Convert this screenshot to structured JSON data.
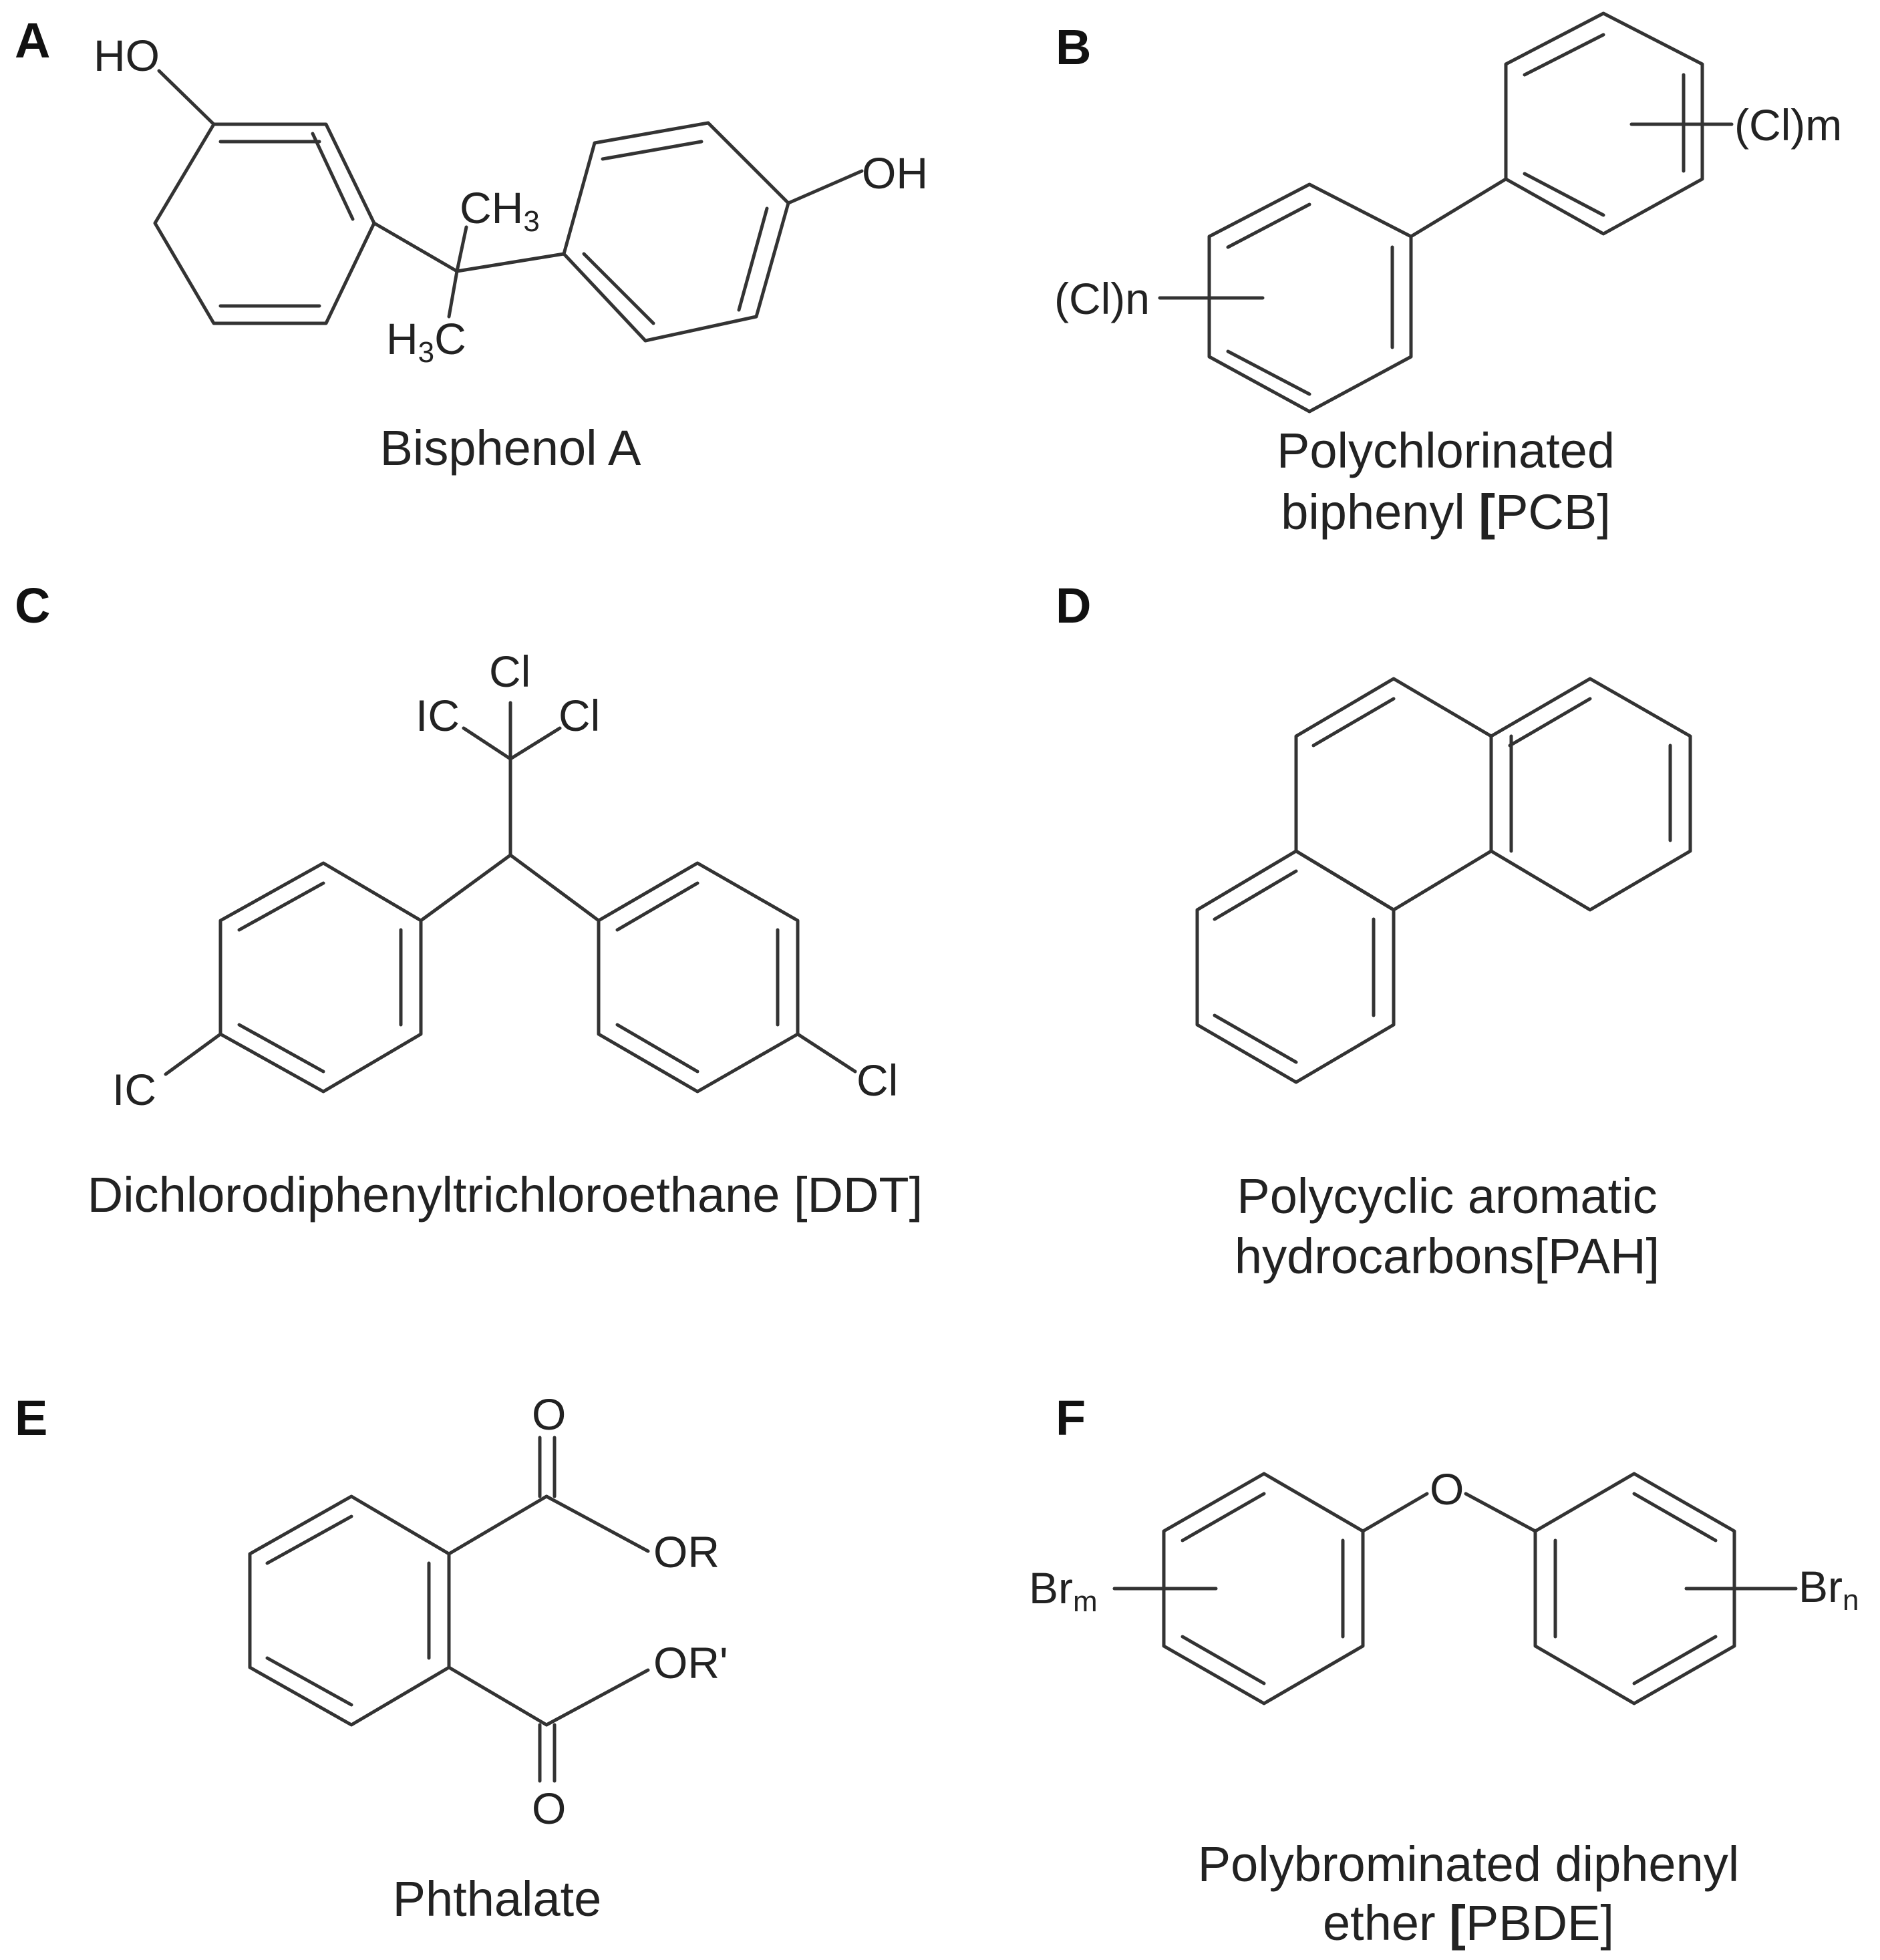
{
  "panels": {
    "a": {
      "letter": "A",
      "caption_line1": "Bisphenol A",
      "atoms": {
        "ho": "HO",
        "oh": "OH",
        "ch3_top": "CH",
        "ch3_top_sub": "3",
        "h3c_h": "H",
        "h3c_sub": "3",
        "h3c_c": "C"
      }
    },
    "b": {
      "letter": "B",
      "caption_line1": "Polychlorinated",
      "caption_line2_a": "biphenyl ",
      "caption_line2_bracket": "[",
      "caption_line2_b": "PCB]",
      "atoms": {
        "cl_m": "(Cl)m",
        "cl_n": "(Cl)n"
      }
    },
    "c": {
      "letter": "C",
      "caption_line1": "Dichlorodiphenyltrichloroethane [DDT]",
      "atoms": {
        "cl_top": "Cl",
        "ic_top": "IC",
        "cl_right_top": "Cl",
        "ic_left": "IC",
        "cl_right": "Cl"
      }
    },
    "d": {
      "letter": "D",
      "caption_line1": "Polycyclic aromatic",
      "caption_line2": "hydrocarbons[PAH]"
    },
    "e": {
      "letter": "E",
      "caption_line1": "Phthalate",
      "atoms": {
        "o_top": "O",
        "or": "OR",
        "or_prime": "OR'",
        "o_bottom": "O"
      }
    },
    "f": {
      "letter": "F",
      "caption_line1": "Polybrominated diphenyl",
      "caption_line2_a": "ether  ",
      "caption_line2_bracket": "[",
      "caption_line2_b": "PBDE]",
      "atoms": {
        "o_bridge": "O",
        "br_m": "Br",
        "br_m_sub": "m",
        "br_n": "Br",
        "br_n_sub": "n"
      }
    }
  }
}
